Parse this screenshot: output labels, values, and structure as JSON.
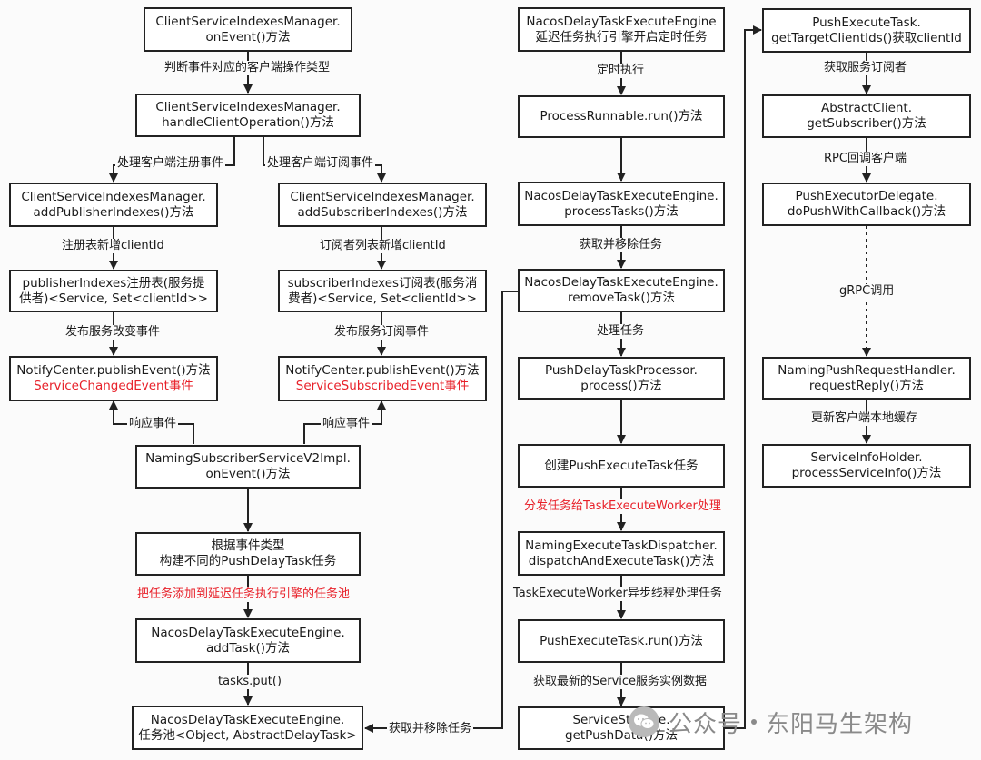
{
  "nodes": {
    "c1_n1": [
      "ClientServiceIndexesManager.",
      "onEvent()方法"
    ],
    "c1_n2": [
      "ClientServiceIndexesManager.",
      "handleClientOperation()方法"
    ],
    "c1_pub1": [
      "ClientServiceIndexesManager.",
      "addPublisherIndexes()方法"
    ],
    "c1_pub2": [
      "publisherIndexes注册表(服务提",
      "供者)<Service, Set<clientId>>"
    ],
    "c1_pub3": [
      "NotifyCenter.publishEvent()方法",
      "ServiceChangedEvent事件"
    ],
    "c1_sub1": [
      "ClientServiceIndexesManager.",
      "addSubscriberIndexes()方法"
    ],
    "c1_sub2": [
      "subscriberIndexes订阅表(服务消",
      "费者)<Service, Set<clientId>>"
    ],
    "c1_sub3": [
      "NotifyCenter.publishEvent()方法",
      "ServiceSubscribedEvent事件"
    ],
    "c1_naming": [
      "NamingSubscriberServiceV2Impl.",
      "onEvent()方法"
    ],
    "c1_build": [
      "根据事件类型",
      "构建不同的PushDelayTask任务"
    ],
    "c1_add": [
      "NacosDelayTaskExecuteEngine.",
      "addTask()方法"
    ],
    "c1_pool": [
      "NacosDelayTaskExecuteEngine.",
      "任务池<Object, AbstractDelayTask>"
    ],
    "c2_n1": [
      "NacosDelayTaskExecuteEngine",
      "延迟任务执行引擎开启定时任务"
    ],
    "c2_n2": [
      "ProcessRunnable.run()方法"
    ],
    "c2_n3": [
      "NacosDelayTaskExecuteEngine.",
      "processTasks()方法"
    ],
    "c2_n4": [
      "NacosDelayTaskExecuteEngine.",
      "removeTask()方法"
    ],
    "c2_n5": [
      "PushDelayTaskProcessor.",
      "process()方法"
    ],
    "c2_n6": [
      "创建PushExecuteTask任务"
    ],
    "c2_n7": [
      "NamingExecuteTaskDispatcher.",
      "dispatchAndExecuteTask()方法"
    ],
    "c2_n8": [
      "PushExecuteTask.run()方法"
    ],
    "c2_n9": [
      "ServiceStorage.",
      "getPushData()方法"
    ],
    "c3_n1": [
      "PushExecuteTask.",
      "getTargetClientIds()获取clientId"
    ],
    "c3_n2": [
      "AbstractClient.",
      "getSubscriber()方法"
    ],
    "c3_n3": [
      "PushExecutorDelegate.",
      "doPushWithCallback()方法"
    ],
    "c3_n4": [
      "NamingPushRequestHandler.",
      "requestReply()方法"
    ],
    "c3_n5": [
      "ServiceInfoHolder.",
      "processServiceInfo()方法"
    ]
  },
  "labels": {
    "l_judge": "判断事件对应的客户端操作类型",
    "l_reg": "处理客户端注册事件",
    "l_subevt": "处理客户端订阅事件",
    "l_addcid": "注册表新增clientId",
    "l_subcid": "订阅者列表新增clientId",
    "l_pubchg": "发布服务改变事件",
    "l_pubsub": "发布服务订阅事件",
    "l_resp1": "响应事件",
    "l_resp2": "响应事件",
    "l_addpool": "把任务添加到延迟任务执行引擎的任务池",
    "l_put": "tasks.put()",
    "l_fetch": "获取并移除任务",
    "l_timer": "定时执行",
    "l_getremove": "获取并移除任务",
    "l_process": "处理任务",
    "l_dispatch": "分发任务给TaskExecuteWorker处理",
    "l_worker": "TaskExecuteWorker异步线程处理任务",
    "l_latest": "获取最新的Service服务实例数据",
    "l_getsub": "获取服务订阅者",
    "l_rpc": "RPC回调客户端",
    "l_grpc": "gRPC调用",
    "l_cache": "更新客户端本地缓存"
  },
  "watermark": {
    "icon": "wechat-icon",
    "left": "公众号",
    "right": "东阳马生架构"
  },
  "colors": {
    "line": "#222222",
    "highlight": "#e8212a",
    "background": "#fbfbfb",
    "watermark": "#8a8a8a"
  }
}
